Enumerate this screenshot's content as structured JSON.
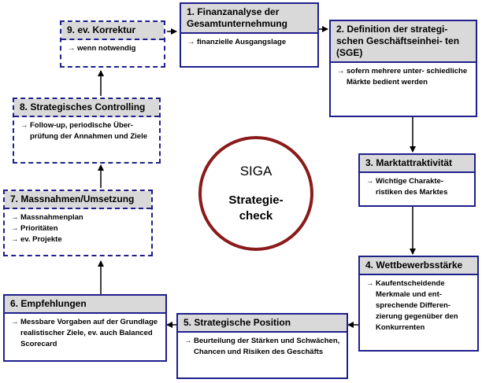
{
  "center": {
    "title": "SIGA",
    "subtitle_line1": "Strategie-",
    "subtitle_line2": "check"
  },
  "boxes": {
    "b1": {
      "title": "1. Finanzanalyse der Gesamtunternehmung",
      "items": [
        "finanzielle Ausgangslage"
      ]
    },
    "b2": {
      "title": "2. Definition der strategi- schen Geschäftseinhei- ten (SGE)",
      "items": [
        "sofern mehrere unter- schiedliche Märkte bedient werden"
      ]
    },
    "b3": {
      "title": "3. Marktattraktivität",
      "items": [
        "Wichtige Charakte- ristiken des Marktes"
      ]
    },
    "b4": {
      "title": "4. Wettbewerbsstärke",
      "items": [
        "Kaufentscheidende Merkmale und ent- sprechende Differen- zierung gegenüber den Konkurrenten"
      ]
    },
    "b5": {
      "title": "5. Strategische Position",
      "items": [
        "Beurteilung der Stärken und Schwächen, Chancen und Risiken des Geschäfts"
      ]
    },
    "b6": {
      "title": "6. Empfehlungen",
      "items": [
        "Messbare Vorgaben auf der Grundlage realistischer Ziele, ev. auch Balanced Scorecard"
      ]
    },
    "b7": {
      "title": "7. Massnahmen/Umsetzung",
      "items": [
        "Massnahmenplan",
        "Prioritäten",
        "ev. Projekte"
      ]
    },
    "b8": {
      "title": "8. Strategisches Controlling",
      "items": [
        "Follow-up, periodische Über- prüfung der Annahmen und Ziele"
      ]
    },
    "b9": {
      "title": "9. ev. Korrektur",
      "items": [
        "wenn notwendig"
      ]
    }
  },
  "arrow_glyph": "→",
  "colors": {
    "border": "#1f1f8c",
    "header_bg": "#d9d9d9",
    "circle": "#8b1a1a"
  }
}
